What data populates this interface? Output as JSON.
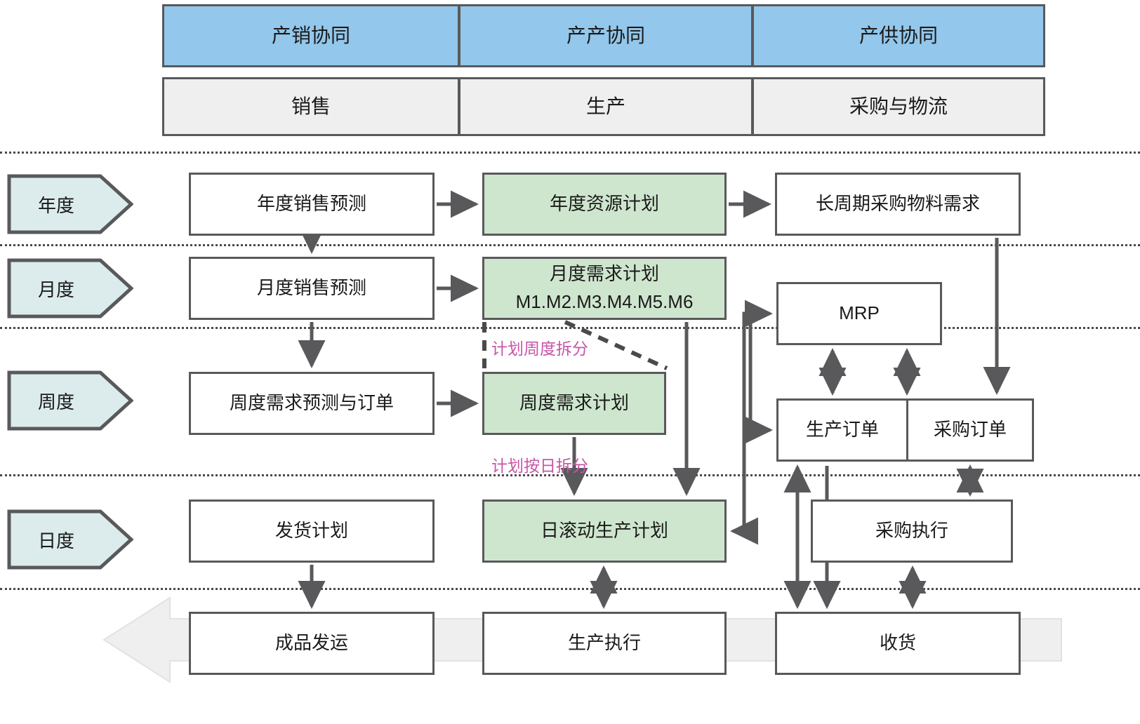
{
  "header": {
    "collaboration_row": [
      {
        "label": "产销协同",
        "color": "#93C7EB"
      },
      {
        "label": "产产协同",
        "color": "#93C7EB"
      },
      {
        "label": "产供协同",
        "color": "#93C7EB"
      }
    ],
    "function_row": [
      {
        "label": "销售",
        "color": "#EFEFEF"
      },
      {
        "label": "生产",
        "color": "#EFEFEF"
      },
      {
        "label": "采购与物流",
        "color": "#EFEFEF"
      }
    ]
  },
  "horizons": [
    {
      "label": "年度"
    },
    {
      "label": "月度"
    },
    {
      "label": "周度"
    },
    {
      "label": "日度"
    }
  ],
  "nodes": {
    "annual_sales_forecast": "年度销售预测",
    "annual_resource_plan": "年度资源计划",
    "long_lead_material_demand": "长周期采购物料需求",
    "monthly_sales_forecast": "月度销售预测",
    "monthly_demand_plan_title": "月度需求计划",
    "monthly_demand_plan_months": "M1.M2.M3.M4.M5.M6",
    "mrp": "MRP",
    "weekly_demand_forecast_order": "周度需求预测与订单",
    "weekly_demand_plan": "周度需求计划",
    "production_order": "生产订单",
    "purchase_order": "采购订单",
    "shipping_plan": "发货计划",
    "daily_rolling_production_plan": "日滚动生产计划",
    "purchase_execution": "采购执行",
    "finished_goods_shipment": "成品发运",
    "production_execution": "生产执行",
    "goods_receipt": "收货"
  },
  "annotations": {
    "weekly_split": "计划周度拆分",
    "daily_split": "计划按日拆分"
  },
  "colors": {
    "header_blue": "#93C7EB",
    "header_grey": "#EFEFEF",
    "plan_green": "#CEE6CE",
    "horizon_cyan": "#DCECEC",
    "border_grey": "#59595B",
    "annotation_pink": "#C755A8",
    "background_arrow": "#EFEFEF"
  }
}
